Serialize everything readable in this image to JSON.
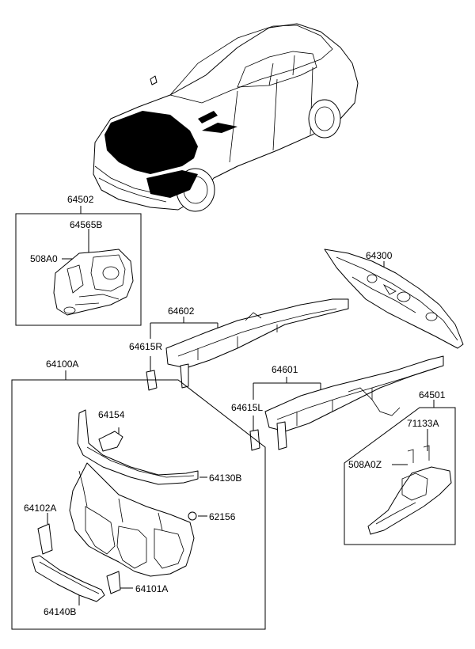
{
  "labels": {
    "p64502": "64502",
    "p64565B": "64565B",
    "p508A0": "508A0",
    "p64300": "64300",
    "p64602": "64602",
    "p64615R": "64615R",
    "p64100A": "64100A",
    "p64601": "64601",
    "p64615L": "64615L",
    "p64501": "64501",
    "p64154": "64154",
    "p71133A": "71133A",
    "p508A0Z": "508A0Z",
    "p64130B": "64130B",
    "p64102A": "64102A",
    "p62156": "62156",
    "p64101A": "64101A",
    "p64140B": "64140B"
  }
}
